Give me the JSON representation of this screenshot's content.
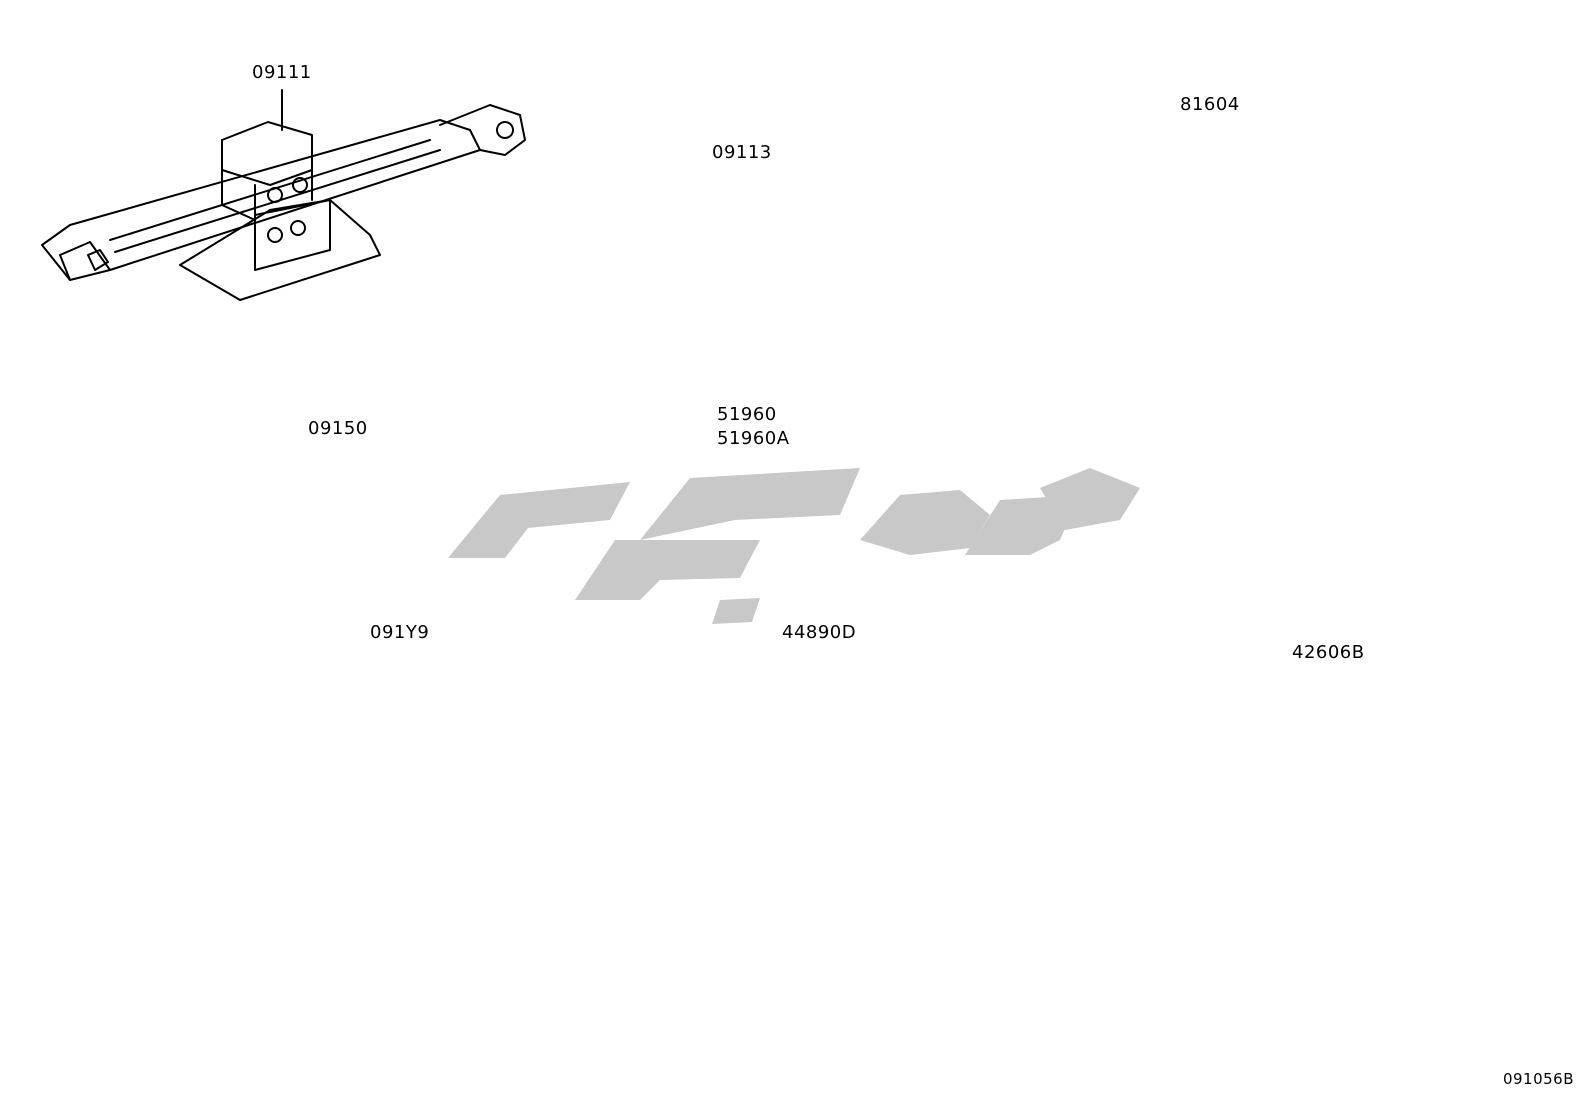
{
  "diagram": {
    "parts": {
      "jack": "09111",
      "jack_handle": "09113",
      "wheel_wrench": "09150",
      "towing_eye_1": "51960",
      "towing_eye_2": "51960A",
      "warning_triangle": "81604",
      "safety_vest": "091Y9",
      "compressor_kit": "44890D",
      "sealant_kit": "42606B"
    },
    "diagram_code": "091056B"
  },
  "colors": {
    "line": "#000000",
    "watermark": "#c8c8c8"
  }
}
